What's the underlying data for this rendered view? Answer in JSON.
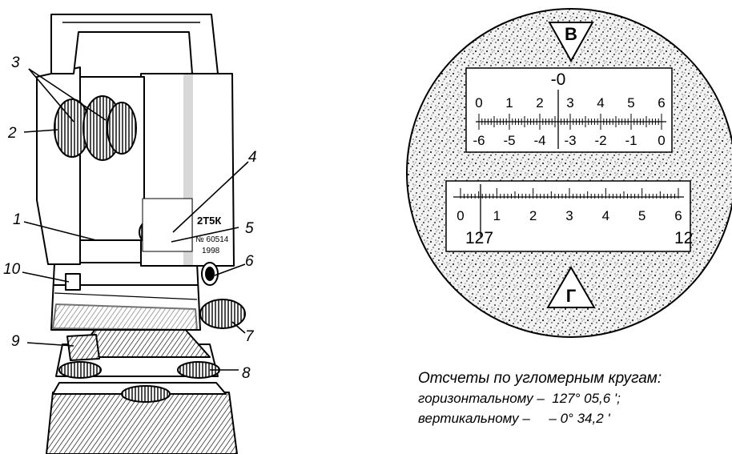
{
  "figure": {
    "callouts": [
      "1",
      "2",
      "3",
      "4",
      "5",
      "6",
      "7",
      "8",
      "9",
      "10"
    ],
    "instrument_plate": {
      "model": "2Т5К",
      "serial": "№ 60514",
      "year": "1998"
    }
  },
  "reading_circle": {
    "top_marker": "В",
    "bottom_marker": "Г",
    "vertical_scale": {
      "zero_label": "-0",
      "top_numbers": [
        "0",
        "1",
        "2",
        "3",
        "4",
        "5",
        "6"
      ],
      "bottom_numbers": [
        "-6",
        "-5",
        "-4",
        "-3",
        "-2",
        "-1",
        "0"
      ]
    },
    "horizontal_scale": {
      "numbers": [
        "0",
        "1",
        "2",
        "3",
        "4",
        "5",
        "6"
      ],
      "degree_left": "127",
      "degree_right": "12"
    }
  },
  "readings": {
    "title": "Отсчеты по угломерным кругам:",
    "horizontal": "горизонтальному –  127° 05,6 ';",
    "vertical": "вертикальному –     – 0° 34,2 '"
  }
}
